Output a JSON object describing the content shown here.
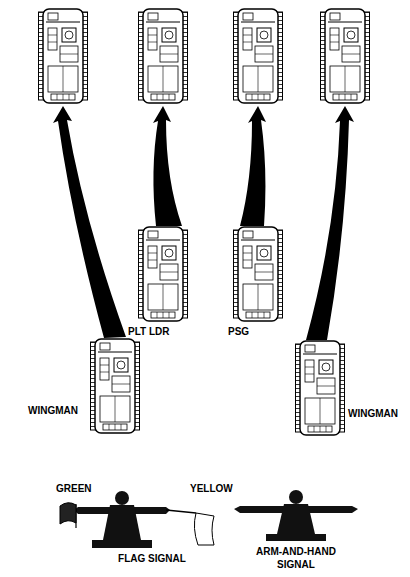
{
  "diagram": {
    "labels": [
      "WINGMAN",
      "PLT LDR",
      "PSG",
      "WINGMAN",
      "GREEN",
      "YELLOW",
      "FLAG SIGNAL",
      "ARM-AND-HAND SIGNAL"
    ]
  }
}
